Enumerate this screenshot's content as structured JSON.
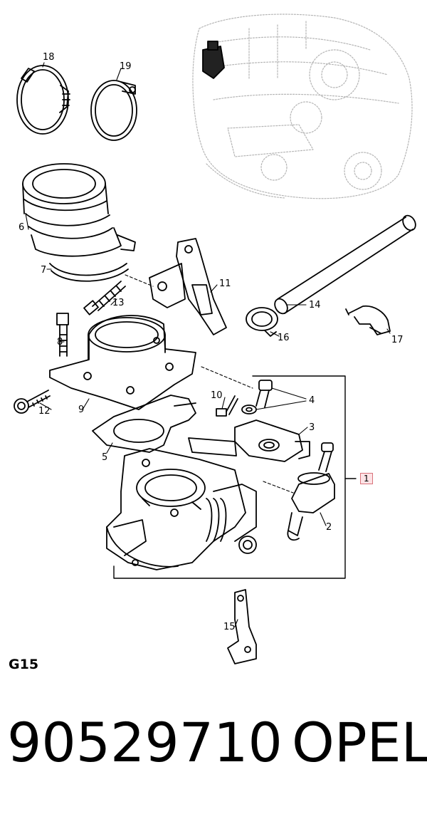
{
  "diagram": {
    "callouts": [
      {
        "id": "18",
        "label": "18"
      },
      {
        "id": "19",
        "label": "19"
      },
      {
        "id": "6",
        "label": "6"
      },
      {
        "id": "7",
        "label": "7"
      },
      {
        "id": "11",
        "label": "11"
      },
      {
        "id": "13",
        "label": "13"
      },
      {
        "id": "8",
        "label": "8"
      },
      {
        "id": "14",
        "label": "14"
      },
      {
        "id": "16",
        "label": "16"
      },
      {
        "id": "17",
        "label": "17"
      },
      {
        "id": "9",
        "label": "9"
      },
      {
        "id": "12",
        "label": "12"
      },
      {
        "id": "10",
        "label": "10"
      },
      {
        "id": "4",
        "label": "4"
      },
      {
        "id": "3",
        "label": "3"
      },
      {
        "id": "5",
        "label": "5"
      },
      {
        "id": "1",
        "label": "1"
      },
      {
        "id": "2",
        "label": "2"
      },
      {
        "id": "15",
        "label": "15"
      }
    ],
    "section_code": "G15"
  },
  "footer": {
    "part_number": "90529710",
    "brand": "OPEL"
  }
}
